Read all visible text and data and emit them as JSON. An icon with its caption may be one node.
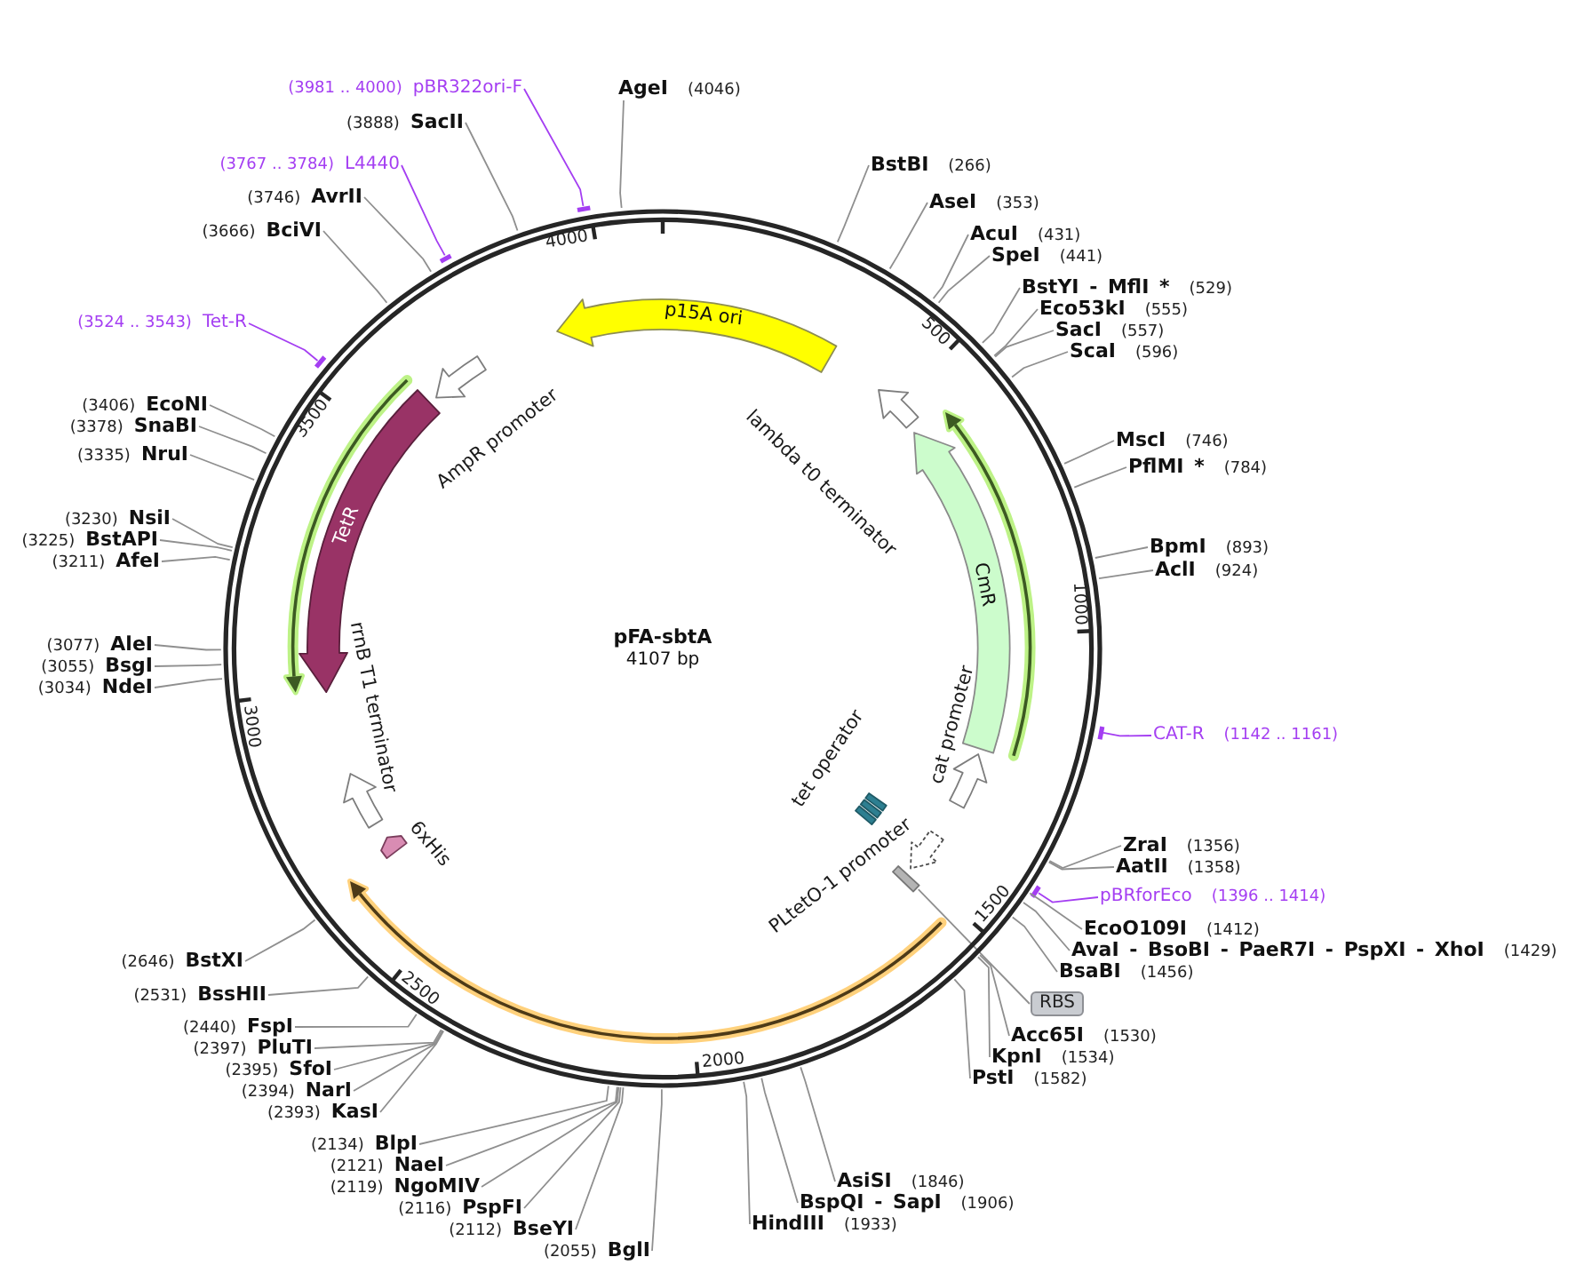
{
  "diagram": {
    "nodes": [
      {
        "text": [
          "pFA-sbtA",
          "4107 bp"
        ]
      },
      {
        "text": [
          "p15A ori"
        ],
        "in": 0
      },
      {
        "text": [
          "lambda t0 terminator"
        ],
        "in": 0
      },
      {
        "text": [
          "CmR"
        ],
        "in": 0
      },
      {
        "text": [
          "cat promoter"
        ],
        "in": 0
      },
      {
        "text": [
          "tet operator"
        ],
        "in": 0
      },
      {
        "text": [
          "PLtetO-1 promoter"
        ],
        "in": 0
      },
      {
        "text": [],
        "shape": "bar",
        "in": 0
      },
      {
        "text": [
          "6xHis"
        ],
        "in": 0
      },
      {
        "text": [
          "rrnB T1 terminator"
        ],
        "in": 0
      },
      {
        "text": [
          "TetR"
        ],
        "in": 0
      },
      {
        "text": [
          "AmpR promoter"
        ],
        "in": 0
      },
      {
        "text": [],
        "shape": "bar"
      },
      {
        "text": [],
        "shape": "bar"
      },
      {
        "text": [],
        "shape": "bar"
      },
      {
        "text": [],
        "shape": "bar"
      },
      {
        "text": [],
        "shape": "bar"
      },
      {
        "text": [
          "RBS"
        ]
      },
      {
        "text": [
          "AgeI"
        ],
        "beside": [
          "(4046)"
        ]
      },
      {
        "text": [
          "BstBI"
        ],
        "beside": [
          "(266)"
        ]
      },
      {
        "text": [
          "AseI"
        ],
        "beside": [
          "(353)"
        ]
      },
      {
        "text": [
          "AcuI"
        ],
        "beside": [
          "(431)"
        ]
      },
      {
        "text": [
          "SpeI"
        ],
        "beside": [
          "(441)"
        ]
      },
      {
        "text": [
          "BstYI - MflI *"
        ],
        "beside": [
          "(529)"
        ]
      },
      {
        "text": [
          "Eco53kI"
        ],
        "beside": [
          "(555)"
        ]
      },
      {
        "text": [
          "SacI"
        ],
        "beside": [
          "(557)"
        ]
      },
      {
        "text": [
          "ScaI"
        ],
        "beside": [
          "(596)"
        ]
      },
      {
        "text": [
          "MscI"
        ],
        "beside": [
          "(746)"
        ]
      },
      {
        "text": [
          "PflMI *"
        ],
        "beside": [
          "(784)"
        ]
      },
      {
        "text": [
          "BpmI"
        ],
        "beside": [
          "(893)"
        ]
      },
      {
        "text": [
          "AclI"
        ],
        "beside": [
          "(924)"
        ]
      },
      {
        "text": [
          "CAT-R"
        ],
        "beside": [
          "(1142 .. 1161)"
        ]
      },
      {
        "text": [
          "ZraI"
        ],
        "beside": [
          "(1356)"
        ]
      },
      {
        "text": [
          "AatII"
        ],
        "beside": [
          "(1358)"
        ]
      },
      {
        "text": [
          "pBRforEco"
        ],
        "beside": [
          "(1396 .. 1414)"
        ]
      },
      {
        "text": [
          "EcoO109I"
        ],
        "beside": [
          "(1412)"
        ]
      },
      {
        "text": [
          "AvaI - BsoBI - PaeR7I - PspXI - XhoI"
        ],
        "beside": [
          "(1429)"
        ]
      },
      {
        "text": [
          "BsaBI"
        ],
        "beside": [
          "(1456)"
        ]
      },
      {
        "text": [
          "Acc65I"
        ],
        "beside": [
          "(1530)"
        ]
      },
      {
        "text": [
          "KpnI"
        ],
        "beside": [
          "(1534)"
        ]
      },
      {
        "text": [
          "PstI"
        ],
        "beside": [
          "(1582)"
        ]
      },
      {
        "text": [
          "AsiSI"
        ],
        "beside": [
          "(1846)"
        ]
      },
      {
        "text": [
          "BspQI - SapI"
        ],
        "beside": [
          "(1906)"
        ]
      },
      {
        "text": [
          "HindIII"
        ],
        "beside": [
          "(1933)"
        ]
      },
      {
        "text": [
          "BglI"
        ],
        "beside": [
          "(2055)"
        ]
      },
      {
        "text": [
          "BseYI"
        ],
        "beside": [
          "(2112)"
        ]
      },
      {
        "text": [
          "PspFI"
        ],
        "beside": [
          "(2116)"
        ]
      },
      {
        "text": [
          "NgoMIV"
        ],
        "beside": [
          "(2119)"
        ]
      },
      {
        "text": [
          "NaeI"
        ],
        "beside": [
          "(2121)"
        ]
      },
      {
        "text": [
          "BlpI"
        ],
        "beside": [
          "(2134)"
        ]
      },
      {
        "text": [
          "KasI"
        ],
        "beside": [
          "(2393)"
        ]
      },
      {
        "text": [
          "NarI"
        ],
        "beside": [
          "(2394)"
        ]
      },
      {
        "text": [
          "SfoI"
        ],
        "beside": [
          "(2395)"
        ]
      },
      {
        "text": [
          "PluTI"
        ],
        "beside": [
          "(2397)"
        ]
      },
      {
        "text": [
          "FspI"
        ],
        "beside": [
          "(2440)"
        ]
      },
      {
        "text": [
          "BssHII"
        ],
        "beside": [
          "(2531)"
        ]
      },
      {
        "text": [
          "BstXI"
        ],
        "beside": [
          "(2646)"
        ]
      },
      {
        "text": [
          "NdeI"
        ],
        "beside": [
          "(3034)"
        ]
      },
      {
        "text": [
          "BsgI"
        ],
        "beside": [
          "(3055)"
        ]
      },
      {
        "text": [
          "AleI"
        ],
        "beside": [
          "(3077)"
        ]
      },
      {
        "text": [
          "AfeI"
        ],
        "beside": [
          "(3211)"
        ]
      },
      {
        "text": [
          "BstAPI"
        ],
        "beside": [
          "(3225)"
        ]
      },
      {
        "text": [
          "NsiI"
        ],
        "beside": [
          "(3230)"
        ]
      },
      {
        "text": [
          "NruI"
        ],
        "beside": [
          "(3335)"
        ]
      },
      {
        "text": [
          "SnaBI"
        ],
        "beside": [
          "(3378)"
        ]
      },
      {
        "text": [
          "EcoNI"
        ],
        "beside": [
          "(3406)"
        ]
      },
      {
        "text": [
          "Tet-R"
        ],
        "beside": [
          "(3524 .. 3543)"
        ]
      },
      {
        "text": [
          "BciVI"
        ],
        "beside": [
          "(3666)"
        ]
      },
      {
        "text": [
          "AvrII"
        ],
        "beside": [
          "(3746)"
        ]
      },
      {
        "text": [
          "L4440"
        ],
        "beside": [
          "(3767 .. 3784)"
        ]
      },
      {
        "text": [
          "SacII"
        ],
        "beside": [
          "(3888)"
        ]
      },
      {
        "text": [
          "pBR322ori-F"
        ],
        "beside": [
          "(3981 .. 4000)"
        ]
      }
    ],
    "edges": [
      {
        "from": 18,
        "to": 0,
        "arrow": "none"
      },
      {
        "from": 19,
        "to": 0,
        "arrow": "none"
      },
      {
        "from": 20,
        "to": 0,
        "arrow": "none"
      },
      {
        "from": 21,
        "to": 0,
        "arrow": "none"
      },
      {
        "from": 22,
        "to": 0,
        "arrow": "none"
      },
      {
        "from": 23,
        "to": 0,
        "arrow": "none"
      },
      {
        "from": 24,
        "to": 0,
        "arrow": "none"
      },
      {
        "from": 25,
        "to": 0,
        "arrow": "none"
      },
      {
        "from": 26,
        "to": 0,
        "arrow": "none"
      },
      {
        "from": 27,
        "to": 0,
        "arrow": "none"
      },
      {
        "from": 28,
        "to": 0,
        "arrow": "none"
      },
      {
        "from": 29,
        "to": 0,
        "arrow": "none"
      },
      {
        "from": 30,
        "to": 0,
        "arrow": "none"
      },
      {
        "from": 31,
        "to": 12,
        "arrow": "none",
        "color": "#a43ef2"
      },
      {
        "from": 32,
        "to": 0,
        "arrow": "none"
      },
      {
        "from": 33,
        "to": 0,
        "arrow": "none"
      },
      {
        "from": 34,
        "to": 13,
        "arrow": "none",
        "color": "#a43ef2"
      },
      {
        "from": 35,
        "to": 0,
        "arrow": "none"
      },
      {
        "from": 36,
        "to": 0,
        "arrow": "none"
      },
      {
        "from": 37,
        "to": 0,
        "arrow": "none"
      },
      {
        "from": 38,
        "to": 0,
        "arrow": "none"
      },
      {
        "from": 39,
        "to": 0,
        "arrow": "none"
      },
      {
        "from": 40,
        "to": 0,
        "arrow": "none"
      },
      {
        "from": 41,
        "to": 0,
        "arrow": "none"
      },
      {
        "from": 42,
        "to": 0,
        "arrow": "none"
      },
      {
        "from": 43,
        "to": 0,
        "arrow": "none"
      },
      {
        "from": 44,
        "to": 0,
        "arrow": "none"
      },
      {
        "from": 45,
        "to": 0,
        "arrow": "none"
      },
      {
        "from": 46,
        "to": 0,
        "arrow": "none"
      },
      {
        "from": 47,
        "to": 0,
        "arrow": "none"
      },
      {
        "from": 48,
        "to": 0,
        "arrow": "none"
      },
      {
        "from": 49,
        "to": 0,
        "arrow": "none"
      },
      {
        "from": 50,
        "to": 0,
        "arrow": "none"
      },
      {
        "from": 51,
        "to": 0,
        "arrow": "none"
      },
      {
        "from": 52,
        "to": 0,
        "arrow": "none"
      },
      {
        "from": 53,
        "to": 0,
        "arrow": "none"
      },
      {
        "from": 54,
        "to": 0,
        "arrow": "none"
      },
      {
        "from": 55,
        "to": 0,
        "arrow": "none"
      },
      {
        "from": 56,
        "to": 0,
        "arrow": "none"
      },
      {
        "from": 57,
        "to": 0,
        "arrow": "none"
      },
      {
        "from": 58,
        "to": 0,
        "arrow": "none"
      },
      {
        "from": 59,
        "to": 0,
        "arrow": "none"
      },
      {
        "from": 60,
        "to": 0,
        "arrow": "none"
      },
      {
        "from": 61,
        "to": 0,
        "arrow": "none"
      },
      {
        "from": 62,
        "to": 0,
        "arrow": "none"
      },
      {
        "from": 63,
        "to": 0,
        "arrow": "none"
      },
      {
        "from": 64,
        "to": 0,
        "arrow": "none"
      },
      {
        "from": 65,
        "to": 0,
        "arrow": "none"
      },
      {
        "from": 66,
        "to": 14,
        "arrow": "none",
        "color": "#a43ef2"
      },
      {
        "from": 67,
        "to": 0,
        "arrow": "none"
      },
      {
        "from": 68,
        "to": 0,
        "arrow": "none"
      },
      {
        "from": 69,
        "to": 15,
        "arrow": "none",
        "color": "#a43ef2"
      },
      {
        "from": 70,
        "to": 0,
        "arrow": "none"
      },
      {
        "from": 71,
        "to": 16,
        "arrow": "none",
        "color": "#a43ef2"
      },
      {
        "from": 17,
        "to": 7,
        "arrow": "none"
      }
    ],
    "labels": [
      "500",
      "1000",
      "1500",
      "2000",
      "2500",
      "3000",
      "3500",
      "4000"
    ]
  }
}
